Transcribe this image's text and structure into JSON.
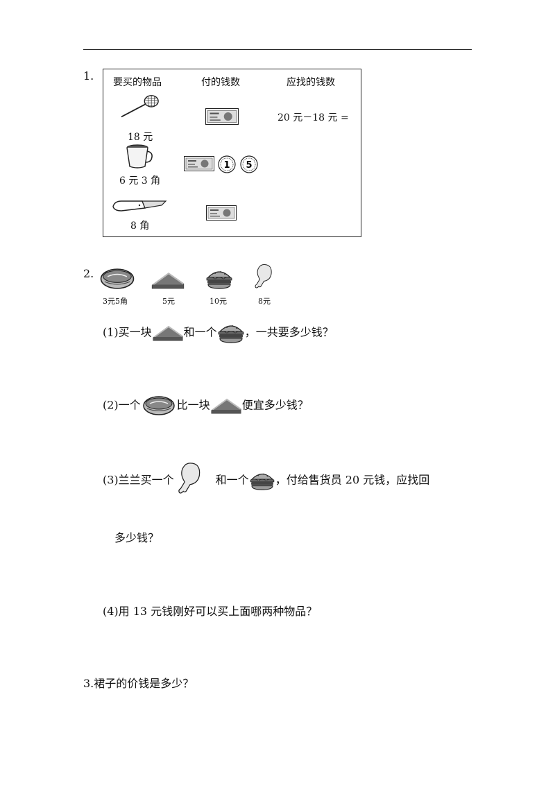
{
  "q1": {
    "number": "1.",
    "headers": [
      "要买的物品",
      "付的钱数",
      "应找的钱数"
    ],
    "items": [
      {
        "icon": "badminton-racket-icon",
        "price": "18 元",
        "payment": [
          "20-yuan-note-icon"
        ],
        "change": "20 元－18 元 ="
      },
      {
        "icon": "cup-icon",
        "price": "6 元 3 角",
        "payment": [
          "5-yuan-note-icon",
          "1-yuan-coin-icon",
          "5-jiao-coin-icon"
        ],
        "change": ""
      },
      {
        "icon": "knife-icon",
        "price": "8 角",
        "payment": [
          "1-yuan-note-icon"
        ],
        "change": ""
      }
    ]
  },
  "q2": {
    "number": "2.",
    "foods": [
      {
        "icon": "bread-icon",
        "price": "3元5角"
      },
      {
        "icon": "cake-slice-icon",
        "price": "5元"
      },
      {
        "icon": "burger-icon",
        "price": "10元"
      },
      {
        "icon": "chicken-leg-icon",
        "price": "8元"
      }
    ],
    "sub1": {
      "a": "(1)买一块",
      "b": "和一个",
      "c": "，一共要多少钱？"
    },
    "sub2": {
      "a": "(2)一个",
      "b": "比一块",
      "c": "便宜多少钱？"
    },
    "sub3": {
      "a": "(3)兰兰买一个",
      "b": "和一个",
      "c": "，付给售货员 20 元钱，应找回",
      "d": "多少钱？"
    },
    "sub4": "(4)用 13 元钱刚好可以买上面哪两种物品？"
  },
  "q3": "3.裙子的价钱是多少？"
}
